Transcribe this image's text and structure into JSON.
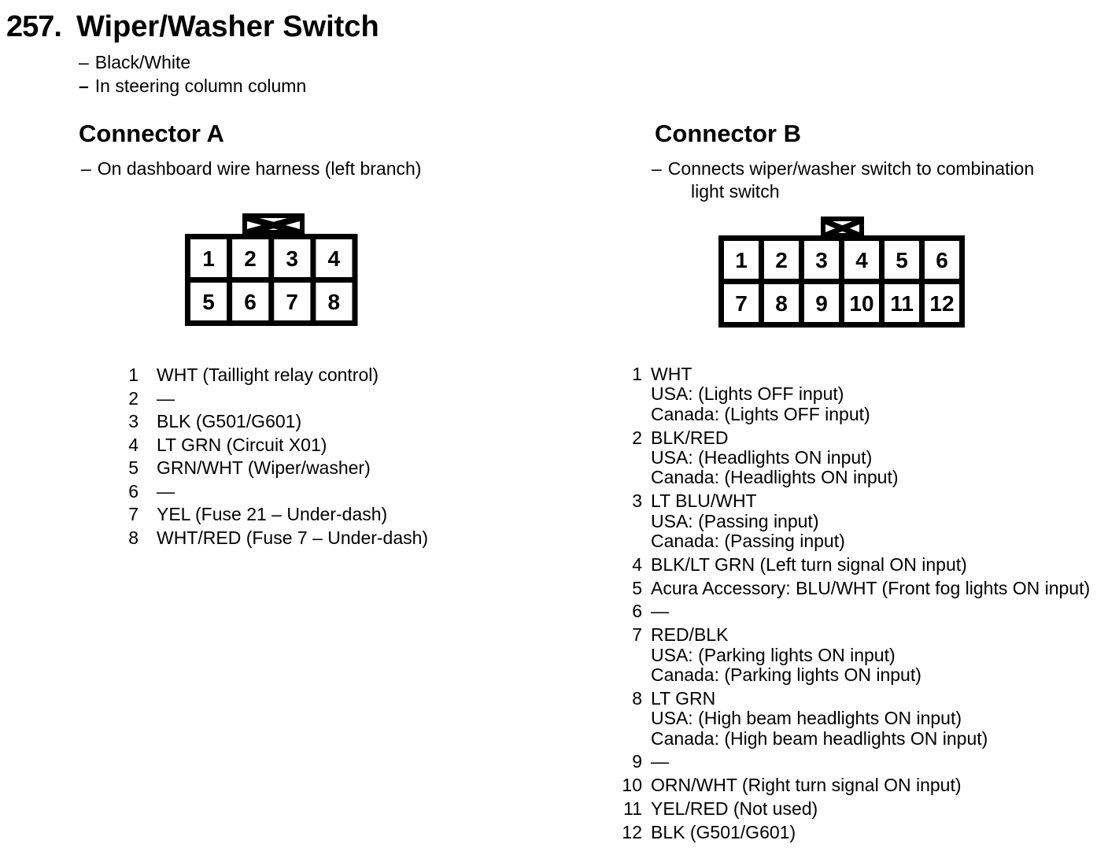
{
  "page": {
    "number": "257.",
    "title": "Wiper/Washer Switch",
    "notes": [
      {
        "dash": "–",
        "text": "Black/White"
      },
      {
        "dash": "–",
        "text": "In steering column column"
      }
    ]
  },
  "connector_a": {
    "heading": "Connector A",
    "note_dash": "–",
    "note": "On dashboard wire harness (left branch)",
    "pins": [
      "1",
      "2",
      "3",
      "4",
      "5",
      "6",
      "7",
      "8"
    ],
    "pin_list": [
      {
        "num": "1",
        "text": "WHT (Taillight relay control)"
      },
      {
        "num": "2",
        "text": "—"
      },
      {
        "num": "3",
        "text": "BLK (G501/G601)"
      },
      {
        "num": "4",
        "text": "LT GRN (Circuit X01)"
      },
      {
        "num": "5",
        "text": "GRN/WHT (Wiper/washer)"
      },
      {
        "num": "6",
        "text": "—"
      },
      {
        "num": "7",
        "text": "YEL (Fuse 21 – Under-dash)"
      },
      {
        "num": "8",
        "text": "WHT/RED (Fuse 7 – Under-dash)"
      }
    ]
  },
  "connector_b": {
    "heading": "Connector B",
    "note_dash": "–",
    "note_line1": "Connects wiper/washer switch to combination",
    "note_line2": "light switch",
    "pins": [
      "1",
      "2",
      "3",
      "4",
      "5",
      "6",
      "7",
      "8",
      "9",
      "10",
      "11",
      "12"
    ],
    "pin_list": [
      {
        "num": "1",
        "text": "WHT",
        "sub": [
          "USA: (Lights OFF input)",
          "Canada: (Lights OFF input)"
        ]
      },
      {
        "num": "2",
        "text": "BLK/RED",
        "sub": [
          "USA: (Headlights ON input)",
          "Canada: (Headlights ON input)"
        ]
      },
      {
        "num": "3",
        "text": "LT BLU/WHT",
        "sub": [
          "USA: (Passing input)",
          "Canada: (Passing input)"
        ]
      },
      {
        "num": "4",
        "text": "BLK/LT GRN (Left turn signal ON input)"
      },
      {
        "num": "5",
        "text": "Acura Accessory: BLU/WHT (Front fog lights ON input)"
      },
      {
        "num": "6",
        "text": "—"
      },
      {
        "num": "7",
        "text": "RED/BLK",
        "sub": [
          "USA: (Parking lights ON input)",
          "Canada: (Parking lights ON input)"
        ]
      },
      {
        "num": "8",
        "text": "LT GRN",
        "sub": [
          "USA: (High beam headlights ON input)",
          "Canada: (High beam headlights ON input)"
        ]
      },
      {
        "num": "9",
        "text": "—"
      },
      {
        "num": "10",
        "text": "ORN/WHT (Right turn signal ON input)"
      },
      {
        "num": "11",
        "text": "YEL/RED (Not used)"
      },
      {
        "num": "12",
        "text": "BLK (G501/G601)"
      }
    ]
  }
}
